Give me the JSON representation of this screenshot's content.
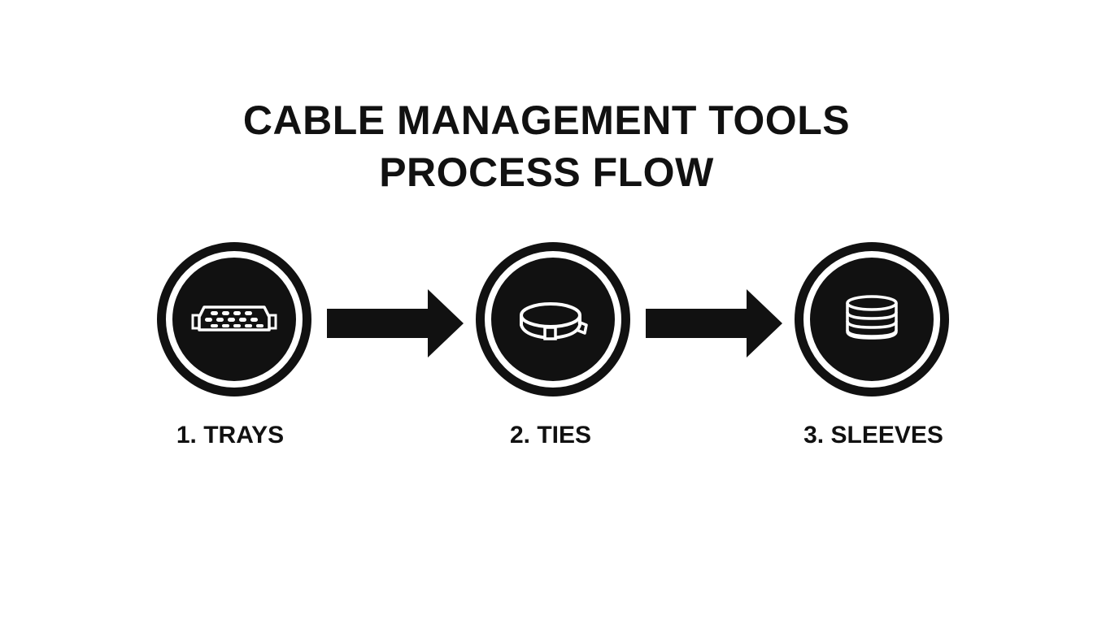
{
  "title": {
    "line1": "CABLE MANAGEMENT TOOLS",
    "line2": "PROCESS FLOW"
  },
  "steps": [
    {
      "label": "1. TRAYS",
      "icon": "cable-tray-icon"
    },
    {
      "label": "2. TIES",
      "icon": "cable-tie-icon"
    },
    {
      "label": "3. SLEEVES",
      "icon": "cable-sleeve-icon"
    }
  ],
  "colors": {
    "foreground": "#111111",
    "background": "#ffffff"
  }
}
